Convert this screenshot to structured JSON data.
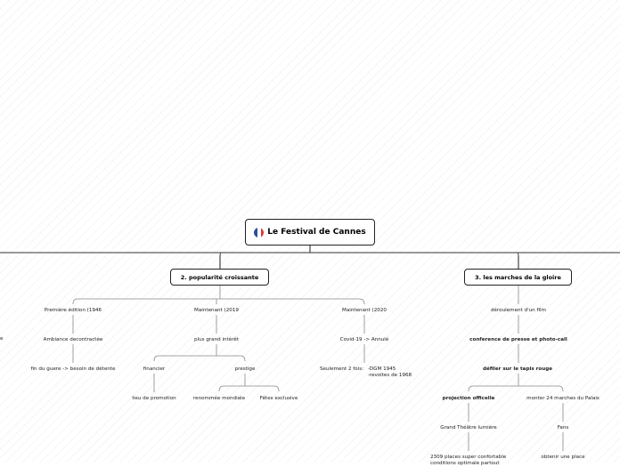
{
  "root": {
    "label": "Le Festival de Cannes",
    "icon": "french-flag-icon"
  },
  "branches": [
    {
      "label": "2. popularité croissante"
    },
    {
      "label": "3. les marches de la gloire"
    }
  ],
  "popularite": {
    "premiere": "Première édition (1946",
    "ambiance": "Ambiance decontractée",
    "fin_guerre": "fin du guere -> besoin de détente",
    "maintenant2019": "Maintenant (2019",
    "interet": "plus grand intérêt",
    "financier": "financier",
    "prestige": "prestige",
    "promotion": "lieu de promotion",
    "renommee": "renommée mondiale",
    "fetes": "Fêtes exclusive",
    "maintenant2020": "Maintenant (2020",
    "covid": "Covid-19 -> Annulé",
    "seulement": "Seulement 2 fois:",
    "dgm": "-DGM 1945",
    "revoltes": "-revoltes de 1968"
  },
  "marches": {
    "deroulement": "déroulement d'un film",
    "conference": "conference de presse et photo-call",
    "defiler": "défiler sur le tapis rouge",
    "projection": "projection officelle",
    "monter": "monter 24 marches du Palais",
    "theatre": "Grand Théâtre lumière",
    "places": "2309 places super confortable",
    "places2": "conditions optimale partout",
    "fans": "Fans",
    "obtenir": "obtenir une place"
  },
  "left_edge": {
    "fragment": "e"
  }
}
